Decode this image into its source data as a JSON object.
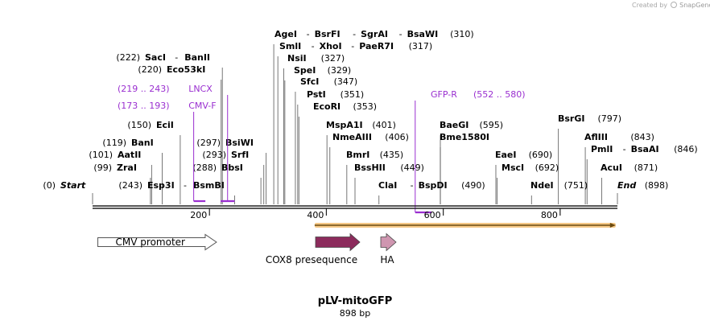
{
  "credit": {
    "prefix": "Created by",
    "brand": "SnapGene"
  },
  "map": {
    "name": "pLV-mitoGFP",
    "length_label": "898 bp",
    "length": 898
  },
  "colors": {
    "purple": "#9a2fd0",
    "enzyme": "#000000",
    "backbone": "#222222",
    "highlight": "#f5c887",
    "cox8": "#8c2b5c",
    "ha": "#cf96b0",
    "promoter_fill": "#ffffff"
  },
  "enzymes": [
    {
      "name": "Start",
      "pos": 0,
      "pos_label": "(0)",
      "italic": true
    },
    {
      "name": "ZraI",
      "pos": 99,
      "pos_label": "(99)"
    },
    {
      "name": "AatII",
      "pos": 101,
      "pos_label": "(101)"
    },
    {
      "name": "BanI",
      "pos": 119,
      "pos_label": "(119)"
    },
    {
      "name": "EciI",
      "pos": 150,
      "pos_label": "(150)"
    },
    {
      "name": "Eco53kI",
      "pos": 220,
      "pos_label": "(220)"
    },
    {
      "name": "SacI",
      "pos": 222,
      "pos_label": "(222)",
      "group_suffix": "BanII"
    },
    {
      "name": "Esp3I",
      "pos": 243,
      "pos_label": "(243)",
      "group_suffix": "BsmBI"
    },
    {
      "name": "BbsI",
      "pos": 288,
      "pos_label": "(288)"
    },
    {
      "name": "SrfI",
      "pos": 293,
      "pos_label": "(293)"
    },
    {
      "name": "BsiWI",
      "pos": 297,
      "pos_label": "(297)"
    },
    {
      "name": "AgeI",
      "pos": 310,
      "pos_label": "(310)",
      "group": [
        "AgeI",
        "BsrFI",
        "SgrAI",
        "BsaWI"
      ]
    },
    {
      "name": "SmlI",
      "pos": 317,
      "pos_label": "(317)",
      "group": [
        "SmlI",
        "XhoI",
        "PaeR7I"
      ]
    },
    {
      "name": "NsiI",
      "pos": 327,
      "pos_label": "(327)"
    },
    {
      "name": "SpeI",
      "pos": 329,
      "pos_label": "(329)"
    },
    {
      "name": "SfcI",
      "pos": 347,
      "pos_label": "(347)"
    },
    {
      "name": "PstI",
      "pos": 351,
      "pos_label": "(351)"
    },
    {
      "name": "EcoRI",
      "pos": 353,
      "pos_label": "(353)"
    },
    {
      "name": "MspA1I",
      "pos": 401,
      "pos_label": "(401)"
    },
    {
      "name": "NmeAIII",
      "pos": 406,
      "pos_label": "(406)"
    },
    {
      "name": "BmrI",
      "pos": 435,
      "pos_label": "(435)"
    },
    {
      "name": "BssHII",
      "pos": 449,
      "pos_label": "(449)"
    },
    {
      "name": "ClaI",
      "pos": 490,
      "pos_label": "(490)",
      "group_suffix": "BspDI"
    },
    {
      "name": "BaeGI",
      "pos": 595,
      "pos_label": "(595)"
    },
    {
      "name": "Bme1580I",
      "pos": 595,
      "pos_label": ""
    },
    {
      "name": "EaeI",
      "pos": 690,
      "pos_label": "(690)"
    },
    {
      "name": "MscI",
      "pos": 692,
      "pos_label": "(692)"
    },
    {
      "name": "NdeI",
      "pos": 751,
      "pos_label": "(751)"
    },
    {
      "name": "BsrGI",
      "pos": 797,
      "pos_label": "(797)"
    },
    {
      "name": "AflIII",
      "pos": 843,
      "pos_label": "(843)"
    },
    {
      "name": "PmlI",
      "pos": 846,
      "pos_label": "(846)",
      "group_suffix": "BsaAI"
    },
    {
      "name": "AcuI",
      "pos": 871,
      "pos_label": "(871)"
    },
    {
      "name": "End",
      "pos": 898,
      "pos_label": "(898)",
      "italic": true
    }
  ],
  "primers": [
    {
      "name": "CMV-F",
      "range_label": "(173 .. 193)",
      "start": 173,
      "end": 193
    },
    {
      "name": "LNCX",
      "range_label": "(219 .. 243)",
      "start": 219,
      "end": 243
    },
    {
      "name": "GFP-R",
      "range_label": "(552 .. 580)",
      "start": 552,
      "end": 580
    }
  ],
  "ticks": [
    {
      "label": "200",
      "pos": 200
    },
    {
      "label": "400",
      "pos": 400
    },
    {
      "label": "600",
      "pos": 600
    },
    {
      "label": "800",
      "pos": 800
    }
  ],
  "features": [
    {
      "name": "CMV promoter",
      "start": 9,
      "end": 212,
      "kind": "promoter"
    },
    {
      "name": "",
      "start": 380,
      "end": 895,
      "kind": "orf"
    },
    {
      "name": "COX8 presequence",
      "start": 380,
      "end": 455,
      "kind": "cox8"
    },
    {
      "name": "HA",
      "start": 460,
      "end": 485,
      "kind": "ha"
    }
  ]
}
